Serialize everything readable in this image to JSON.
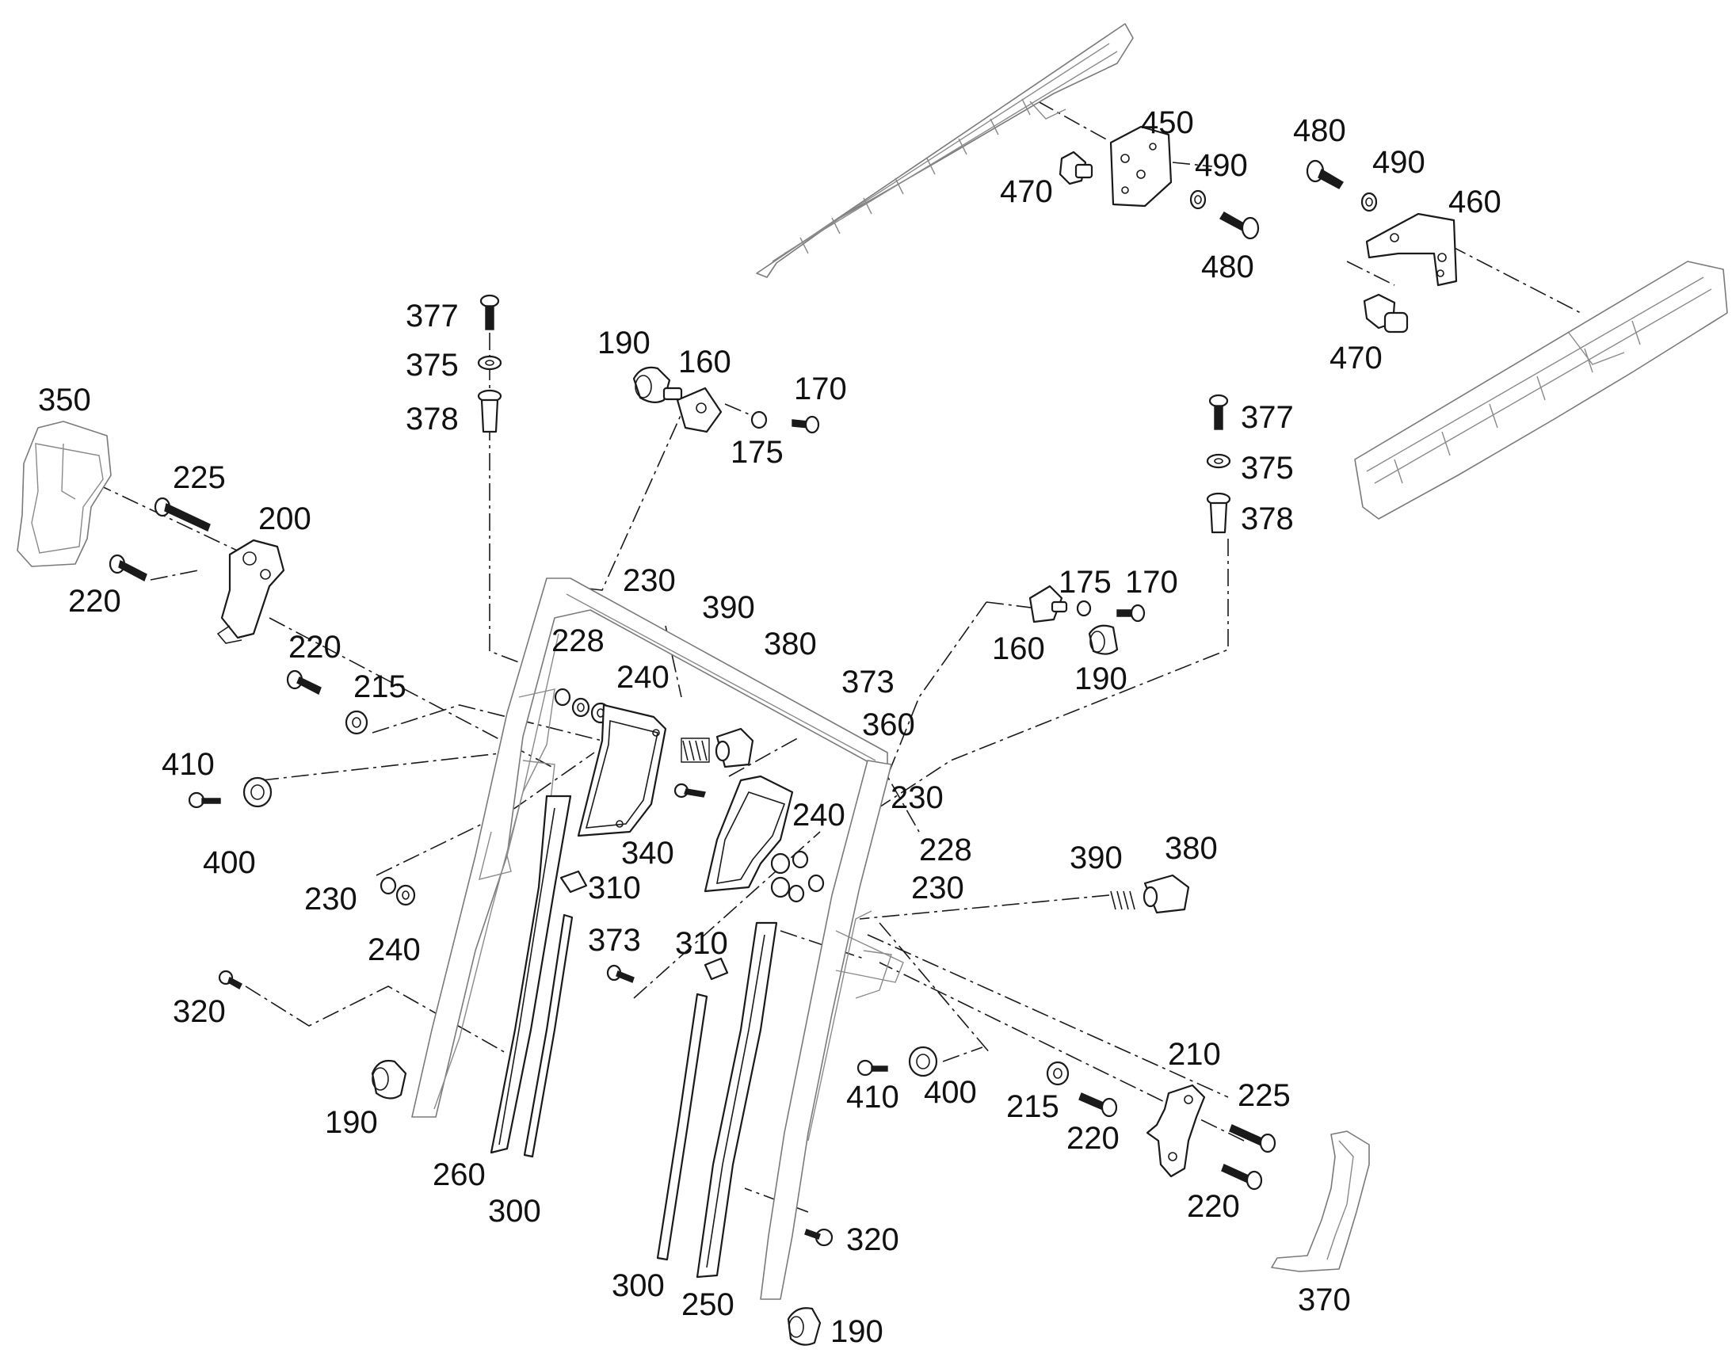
{
  "callouts": [
    {
      "id": "c450",
      "text": "450"
    },
    {
      "id": "c470a",
      "text": "470"
    },
    {
      "id": "c490a",
      "text": "490"
    },
    {
      "id": "c480a",
      "text": "480"
    },
    {
      "id": "c480b",
      "text": "480"
    },
    {
      "id": "c490b",
      "text": "490"
    },
    {
      "id": "c460",
      "text": "460"
    },
    {
      "id": "c470b",
      "text": "470"
    },
    {
      "id": "c377a",
      "text": "377"
    },
    {
      "id": "c375a",
      "text": "375"
    },
    {
      "id": "c378a",
      "text": "378"
    },
    {
      "id": "c190a",
      "text": "190"
    },
    {
      "id": "c160a",
      "text": "160"
    },
    {
      "id": "c170a",
      "text": "170"
    },
    {
      "id": "c175a",
      "text": "175"
    },
    {
      "id": "c350",
      "text": "350"
    },
    {
      "id": "c225a",
      "text": "225"
    },
    {
      "id": "c200",
      "text": "200"
    },
    {
      "id": "c220a",
      "text": "220"
    },
    {
      "id": "c377b",
      "text": "377"
    },
    {
      "id": "c375b",
      "text": "375"
    },
    {
      "id": "c378b",
      "text": "378"
    },
    {
      "id": "c175b",
      "text": "175"
    },
    {
      "id": "c170b",
      "text": "170"
    },
    {
      "id": "c160b",
      "text": "160"
    },
    {
      "id": "c190b",
      "text": "190"
    },
    {
      "id": "c230a",
      "text": "230"
    },
    {
      "id": "c390a",
      "text": "390"
    },
    {
      "id": "c228a",
      "text": "228"
    },
    {
      "id": "c380a",
      "text": "380"
    },
    {
      "id": "c240a",
      "text": "240"
    },
    {
      "id": "c373a",
      "text": "373"
    },
    {
      "id": "c220b",
      "text": "220"
    },
    {
      "id": "c215a",
      "text": "215"
    },
    {
      "id": "c360",
      "text": "360"
    },
    {
      "id": "c410a",
      "text": "410"
    },
    {
      "id": "c230b",
      "text": "230"
    },
    {
      "id": "c400a",
      "text": "400"
    },
    {
      "id": "c240b",
      "text": "240"
    },
    {
      "id": "c340",
      "text": "340"
    },
    {
      "id": "c228b",
      "text": "228"
    },
    {
      "id": "c390b",
      "text": "390"
    },
    {
      "id": "c380b",
      "text": "380"
    },
    {
      "id": "c230c",
      "text": "230"
    },
    {
      "id": "c310a",
      "text": "310"
    },
    {
      "id": "c230d",
      "text": "230"
    },
    {
      "id": "c240c",
      "text": "240"
    },
    {
      "id": "c373b",
      "text": "373"
    },
    {
      "id": "c310b",
      "text": "310"
    },
    {
      "id": "c320a",
      "text": "320"
    },
    {
      "id": "c210",
      "text": "210"
    },
    {
      "id": "c410b",
      "text": "410"
    },
    {
      "id": "c400b",
      "text": "400"
    },
    {
      "id": "c215b",
      "text": "215"
    },
    {
      "id": "c225b",
      "text": "225"
    },
    {
      "id": "c220c",
      "text": "220"
    },
    {
      "id": "c190c",
      "text": "190"
    },
    {
      "id": "c260",
      "text": "260"
    },
    {
      "id": "c300a",
      "text": "300"
    },
    {
      "id": "c220d",
      "text": "220"
    },
    {
      "id": "c320b",
      "text": "320"
    },
    {
      "id": "c300b",
      "text": "300"
    },
    {
      "id": "c250",
      "text": "250"
    },
    {
      "id": "c370",
      "text": "370"
    },
    {
      "id": "c190d",
      "text": "190"
    }
  ]
}
